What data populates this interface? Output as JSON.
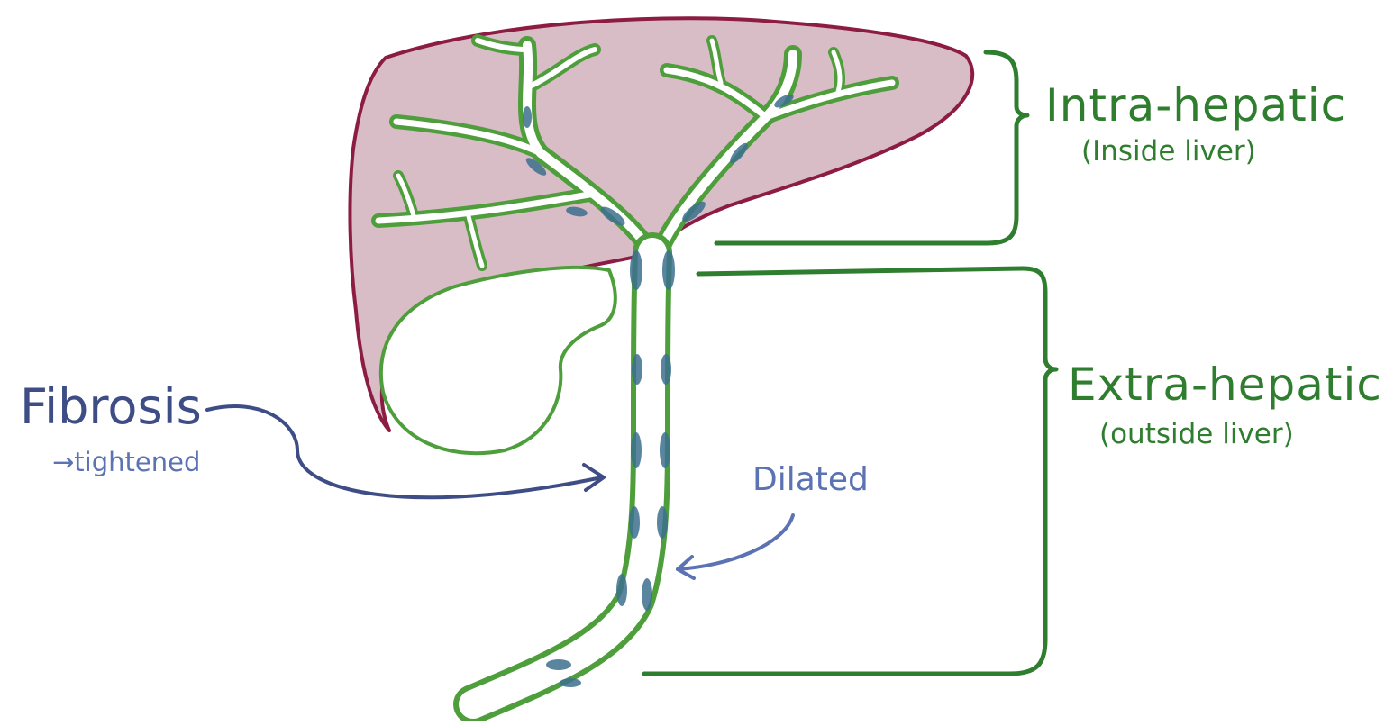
{
  "labels": {
    "intra_title": "Intra-hepatic",
    "intra_sub": "(Inside liver)",
    "extra_title": "Extra-hepatic",
    "extra_sub": "(outside liver)",
    "fibrosis": "Fibrosis",
    "tightened": "→tightened",
    "dilated": "Dilated"
  },
  "colors": {
    "liver_fill": "#d8bcc6",
    "liver_outline": "#8c1c43",
    "duct_green": "#4e9e3c",
    "bracket_green": "#2f7d2f",
    "duct_blue": "#3c6f8e",
    "fibrosis_blue": "#3f4d86",
    "dilated_blue": "#5c73b3"
  }
}
